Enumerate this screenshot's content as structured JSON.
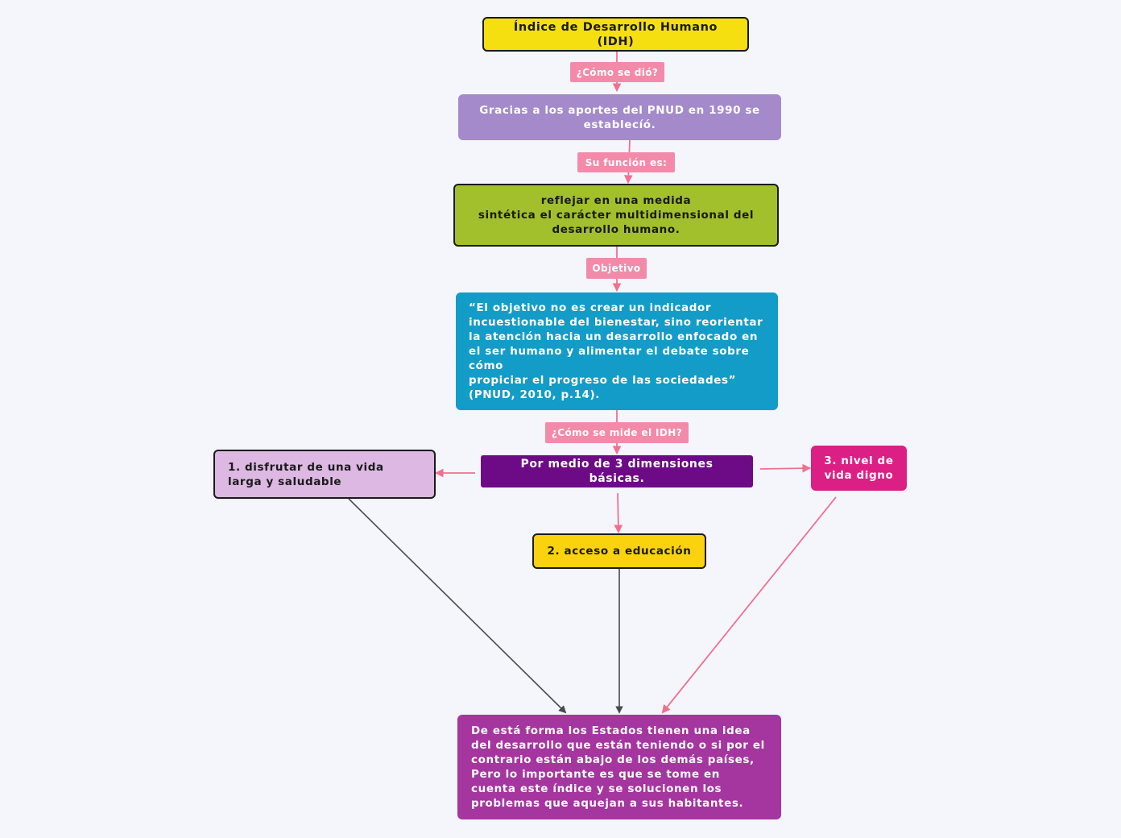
{
  "diagram": {
    "nodes": {
      "title": {
        "text": "Índice de Desarrollo Humano (IDH)",
        "fill": "#f5df10",
        "border": "#1a1a1a",
        "color": "#1a1a1a"
      },
      "origin": {
        "text": "Gracias a los aportes del PNUD en 1990 se establecíó.",
        "fill": "#a48acb",
        "border": "#a48acb",
        "color": "#ffffff"
      },
      "function": {
        "text": "reflejar  en una medida\nsintética el carácter multidimensional del desarrollo humano.",
        "fill": "#a2bf2c",
        "border": "#1a1a1a",
        "color": "#1a1a1a"
      },
      "objective": {
        "text": "“El objetivo no es crear un indicador incuestionable del bienestar, sino reorientar la atención hacia un desarrollo enfocado en el ser humano y alimentar el debate sobre cómo\npropiciar el progreso de las sociedades” (PNUD, 2010, p.14).",
        "fill": "#139cc7",
        "border": "#139cc7",
        "color": "#ffffff"
      },
      "dimensions": {
        "text": "Por medio de 3 dimensiones básicas.",
        "fill": "#6d0b86",
        "border": "#6d0b86",
        "color": "#ffffff"
      },
      "dim1": {
        "text": "1. disfrutar de una vida larga y saludable",
        "fill": "#dcb8e2",
        "border": "#1a1a1a",
        "color": "#1a1a1a"
      },
      "dim2": {
        "text": "2. acceso a educación",
        "fill": "#fad20e",
        "border": "#1a1a1a",
        "color": "#1a1a1a"
      },
      "dim3": {
        "text": "3. nivel de vida digno",
        "fill": "#dc1f85",
        "border": "#dc1f85",
        "color": "#ffffff"
      },
      "conclusion": {
        "text": "De está forma los Estados tienen una idea del desarrollo que están teniendo o si por el contrario están abajo de los demás países, Pero lo importante es que se tome en cuenta este índice y se solucionen los problemas que aquejan a sus habitantes.",
        "fill": "#a5359f",
        "border": "#a5359f",
        "color": "#ffffff"
      }
    },
    "edge_labels": {
      "how_given": "¿Cómo se dió?",
      "function": "Su función es:",
      "objective": "Objetivo",
      "how_measured": "¿Cómo se mide el IDH?"
    },
    "colors": {
      "pink_connector": "#f2708f",
      "gray_connector": "#4a4a4a",
      "label_fill": "#f48aa9"
    }
  }
}
